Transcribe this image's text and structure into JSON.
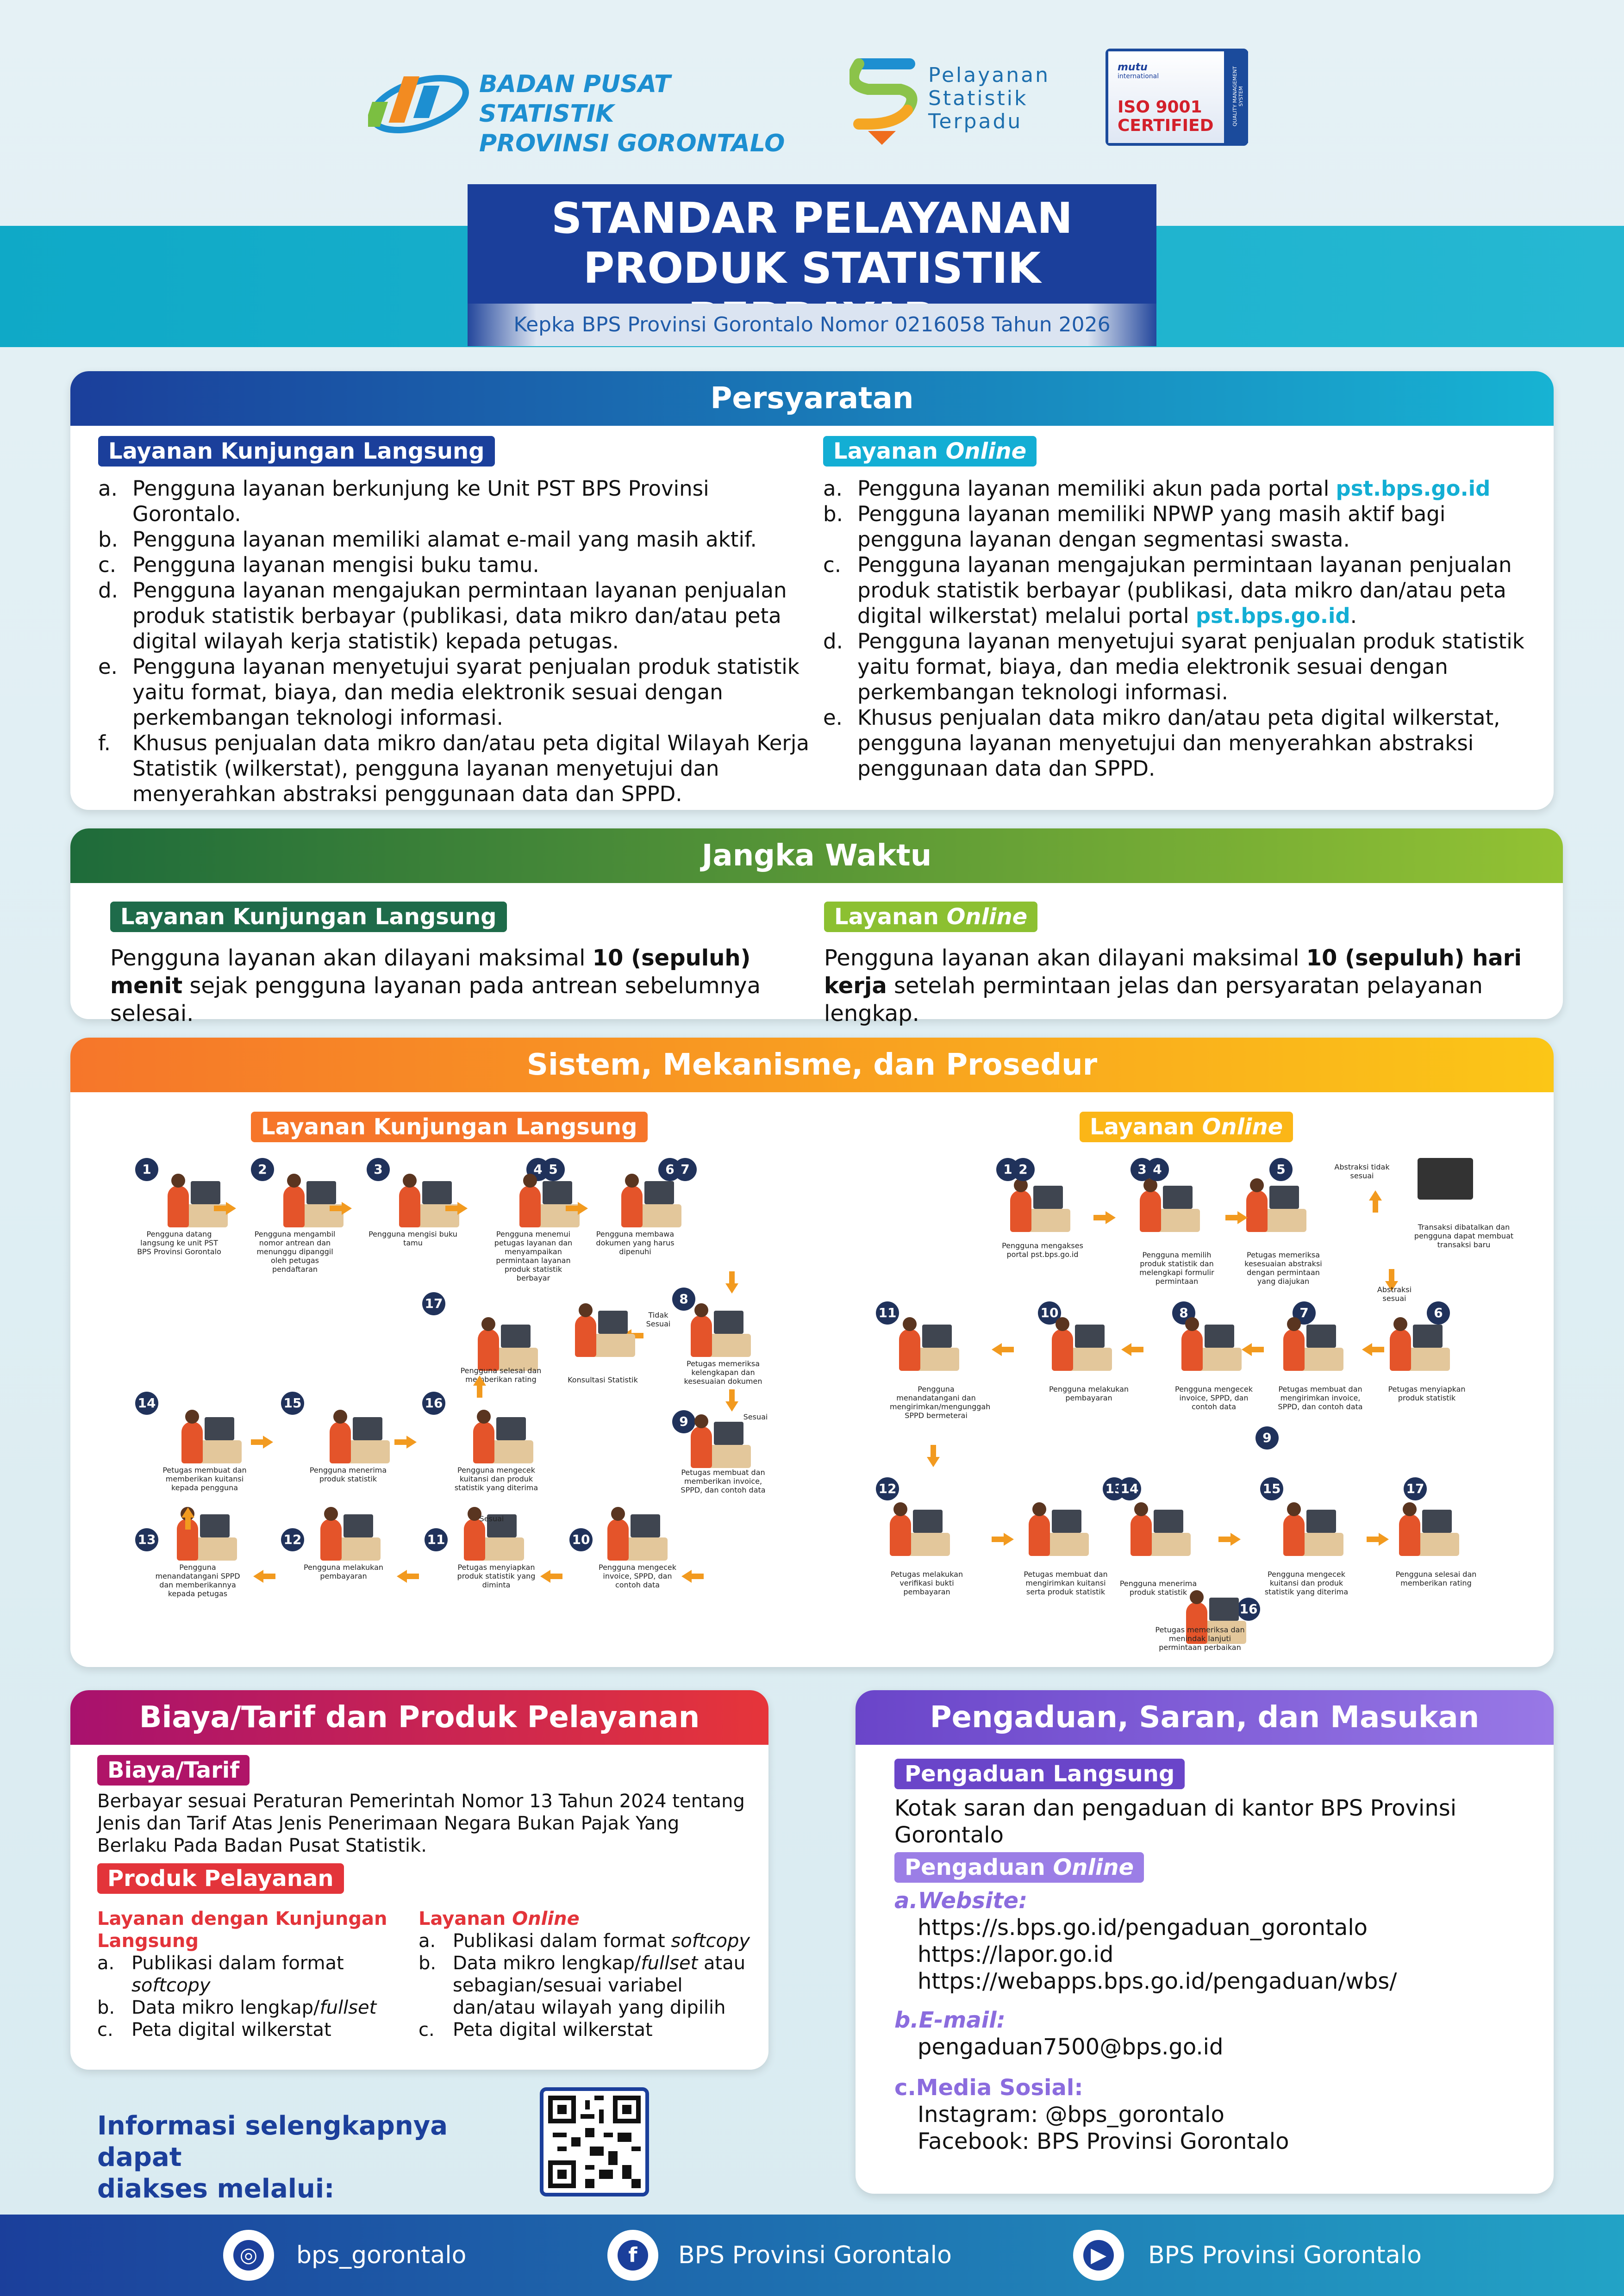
{
  "header": {
    "org_line1": "BADAN PUSAT STATISTIK",
    "org_line2": "PROVINSI GORONTALO",
    "pst_line1": "Pelayanan",
    "pst_line2": "Statistik",
    "pst_line3": "Terpadu",
    "iso_brand": "mutu",
    "iso_brand2": "international",
    "iso_line1": "ISO 9001",
    "iso_line2": "CERTIFIED",
    "iso_side": "QUALITY MANAGEMENT SYSTEM"
  },
  "title": {
    "line1": "STANDAR PELAYANAN",
    "line2": "PRODUK STATISTIK BERBAYAR",
    "subtitle": "Kepka BPS Provinsi Gorontalo Nomor 0216058 Tahun 2026"
  },
  "persyaratan": {
    "title": "Persyaratan",
    "left_label": "Layanan Kunjungan Langsung",
    "left": [
      {
        "k": "a.",
        "t": "Pengguna layanan berkunjung ke Unit PST BPS Provinsi Gorontalo."
      },
      {
        "k": "b.",
        "t": "Pengguna layanan memiliki alamat e-mail yang masih aktif."
      },
      {
        "k": "c.",
        "t": "Pengguna layanan mengisi buku tamu."
      },
      {
        "k": "d.",
        "t": "Pengguna layanan mengajukan permintaan layanan penjualan produk statistik berbayar (publikasi, data mikro dan/atau peta digital wilayah kerja statistik) kepada petugas."
      },
      {
        "k": "e.",
        "t": "Pengguna layanan menyetujui syarat penjualan produk statistik yaitu format, biaya, dan media elektronik sesuai dengan perkembangan teknologi informasi."
      },
      {
        "k": "f.",
        "t": "Khusus penjualan data mikro dan/atau peta digital Wilayah Kerja Statistik (wilkerstat), pengguna layanan menyetujui dan menyerahkan abstraksi penggunaan data dan SPPD."
      }
    ],
    "right_label_a": "Layanan ",
    "right_label_b": "Online",
    "right_a_pre": "Pengguna layanan memiliki akun pada portal ",
    "right_a_link": "pst.bps.go.id",
    "right_b": "Pengguna layanan memiliki NPWP yang masih aktif bagi pengguna layanan dengan segmentasi swasta.",
    "right_c_pre": "Pengguna layanan mengajukan permintaan layanan penjualan produk statistik berbayar (publikasi, data mikro dan/atau peta digital wilkerstat) melalui portal ",
    "right_c_link": "pst.bps.go.id",
    "right_c_post": ".",
    "right_d": "Pengguna layanan menyetujui syarat penjualan produk statistik yaitu format, biaya, dan media elektronik sesuai dengan perkembangan teknologi informasi.",
    "right_e": "Khusus penjualan data mikro dan/atau peta digital wilkerstat, pengguna layanan menyetujui dan menyerahkan abstraksi penggunaan data dan SPPD.",
    "keys": [
      "a.",
      "b.",
      "c.",
      "d.",
      "e."
    ]
  },
  "jangka": {
    "title": "Jangka Waktu",
    "left_label": "Layanan Kunjungan Langsung",
    "left_pre": "Pengguna layanan akan dilayani maksimal ",
    "left_bold": "10 (sepuluh) menit",
    "left_post": " sejak pengguna layanan pada antrean sebelumnya selesai.",
    "right_label_a": "Layanan ",
    "right_label_b": "Online",
    "right_pre": "Pengguna layanan akan dilayani maksimal ",
    "right_bold": "10 (sepuluh) hari kerja",
    "right_post": " setelah permintaan jelas dan persyaratan pelayanan lengkap."
  },
  "sistem": {
    "title": "Sistem, Mekanisme, dan Prosedur",
    "left_label": "Layanan Kunjungan Langsung",
    "right_label_a": "Layanan ",
    "right_label_b": "Online",
    "left_steps": [
      {
        "n": "1",
        "l": "Pengguna datang langsung ke unit PST BPS Provinsi Gorontalo"
      },
      {
        "n": "2",
        "l": "Pengguna mengambil nomor antrean dan menunggu dipanggil oleh petugas pendaftaran"
      },
      {
        "n": "3",
        "l": "Pengguna mengisi buku tamu"
      },
      {
        "n": "4",
        "l": "Pengguna menemui petugas layanan dan menyampaikan permintaan layanan produk statistik berbayar"
      },
      {
        "n": "5",
        "l": ""
      },
      {
        "n": "6",
        "l": "Pengguna membawa dokumen yang harus dipenuhi"
      },
      {
        "n": "7",
        "l": ""
      },
      {
        "n": "8",
        "l": "Petugas memeriksa kelengkapan dan kesesuaian dokumen"
      },
      {
        "n": "9",
        "l": "Petugas membuat dan memberikan invoice, SPPD, dan contoh data"
      },
      {
        "n": "10",
        "l": "Pengguna mengecek invoice, SPPD, dan contoh data"
      },
      {
        "n": "11",
        "l": "Petugas menyiapkan produk statistik yang diminta"
      },
      {
        "n": "12",
        "l": "Pengguna melakukan pembayaran"
      },
      {
        "n": "13",
        "l": "Pengguna menandatangani SPPD dan memberikannya kepada petugas"
      },
      {
        "n": "14",
        "l": "Petugas membuat dan memberikan kuitansi kepada pengguna"
      },
      {
        "n": "15",
        "l": "Pengguna menerima produk statistik"
      },
      {
        "n": "16",
        "l": "Pengguna mengecek kuitansi dan produk statistik yang diterima"
      },
      {
        "n": "17",
        "l": "Pengguna selesai dan memberikan rating"
      }
    ],
    "left_extra": {
      "konsultasi": "Konsultasi Statistik",
      "tidak": "Tidak Sesuai",
      "sesuai": "Sesuai",
      "sesuai2": "Sesuai"
    },
    "right_steps": [
      {
        "n": "1",
        "l": "Pengguna mengakses portal pst.bps.go.id"
      },
      {
        "n": "2",
        "l": ""
      },
      {
        "n": "3",
        "l": "Pengguna memilih produk statistik dan melengkapi formulir permintaan"
      },
      {
        "n": "4",
        "l": ""
      },
      {
        "n": "5",
        "l": "Petugas memeriksa kesesuaian abstraksi dengan permintaan yang diajukan"
      },
      {
        "n": "6",
        "l": "Petugas menyiapkan produk statistik"
      },
      {
        "n": "7",
        "l": "Petugas membuat dan mengirimkan invoice, SPPD, dan contoh data"
      },
      {
        "n": "8",
        "l": "Pengguna mengecek invoice, SPPD, dan contoh data"
      },
      {
        "n": "9",
        "l": "Petugas memeriksa dan menindaklanjuti permintaan perbaikan"
      },
      {
        "n": "10",
        "l": "Pengguna melakukan pembayaran"
      },
      {
        "n": "11",
        "l": "Pengguna menandatangani dan mengirimkan/mengunggah SPPD bermeterai"
      },
      {
        "n": "12",
        "l": "Petugas melakukan verifikasi bukti pembayaran"
      },
      {
        "n": "13",
        "l": "Petugas membuat dan mengirimkan kuitansi serta produk statistik"
      },
      {
        "n": "14",
        "l": "Pengguna menerima produk statistik"
      },
      {
        "n": "15",
        "l": "Pengguna mengecek kuitansi dan produk statistik yang diterima"
      },
      {
        "n": "16",
        "l": "Petugas memeriksa dan menindak lanjuti permintaan perbaikan"
      },
      {
        "n": "17",
        "l": "Pengguna selesai dan memberikan rating"
      }
    ],
    "right_extra": {
      "tidak_sesuai": "Abstraksi tidak sesuai",
      "batal": "Transaksi dibatalkan dan pengguna dapat membuat transaksi baru",
      "sesuai": "Abstraksi sesuai"
    }
  },
  "biaya": {
    "title": "Biaya/Tarif dan Produk Pelayanan",
    "tarif_label": "Biaya/Tarif",
    "tarif_text": "Berbayar sesuai Peraturan Pemerintah Nomor 13 Tahun 2024 tentang Jenis dan Tarif Atas Jenis Penerimaan Negara Bukan Pajak Yang Berlaku Pada Badan Pusat Statistik.",
    "produk_label": "Produk Pelayanan",
    "left_head": "Layanan dengan Kunjungan Langsung",
    "left_a_pre": "Publikasi dalam format ",
    "left_a_it": "softcopy",
    "left_b_pre": "Data mikro lengkap/",
    "left_b_it": "fullset",
    "left_c": "Peta digital wilkerstat",
    "right_head_a": "Layanan ",
    "right_head_b": "Online",
    "right_a_pre": "Publikasi dalam format ",
    "right_a_it": "softcopy",
    "right_b_pre": "Data mikro lengkap/",
    "right_b_it": "fullset",
    "right_b_post": " atau sebagian/sesuai variabel dan/atau wilayah yang dipilih",
    "right_c": "Peta digital wilkerstat"
  },
  "info": {
    "text_line1": "Informasi selengkapnya dapat",
    "text_line2": "diakses melalui:"
  },
  "pengaduan": {
    "title": "Pengaduan, Saran, dan Masukan",
    "langsung_label": "Pengaduan Langsung",
    "langsung_text": "Kotak saran dan pengaduan di kantor BPS Provinsi Gorontalo",
    "online_label_a": "Pengaduan ",
    "online_label_b": "Online",
    "website_label": "a.Website:",
    "websites": [
      "https://s.bps.go.id/pengaduan_gorontalo",
      "https://lapor.go.id",
      "https://webapps.bps.go.id/pengaduan/wbs/"
    ],
    "email_label": "b.E-mail:",
    "email": "pengaduan7500@bps.go.id",
    "sosmed_label": "c.Media Sosial:",
    "instagram": "Instagram: @bps_gorontalo",
    "facebook": "Facebook: BPS Provinsi Gorontalo"
  },
  "footer": {
    "instagram": "bps_gorontalo",
    "facebook": "BPS Provinsi Gorontalo",
    "youtube": "BPS Provinsi Gorontalo"
  },
  "colors": {
    "navy": "#1b3f9b",
    "persyaratan": "#0f9fc4",
    "jangka_from": "#1e6b3a",
    "jangka_to": "#93c233",
    "sistem_from": "#f6762a",
    "sistem_to": "#fbc617",
    "biaya": "#c0176e",
    "pengaduan": "#7b52d1"
  }
}
